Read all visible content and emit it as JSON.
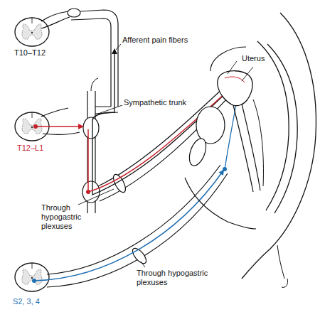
{
  "diagram": {
    "labels": [
      "Afferent pain fibers",
      "T10–T12",
      "Sympathetic trunk",
      "T12–L1",
      "Uterus",
      "Through hypogastric plexuses",
      "Through hypogastric plexuses",
      "S2, 3, 4"
    ]
  }
}
